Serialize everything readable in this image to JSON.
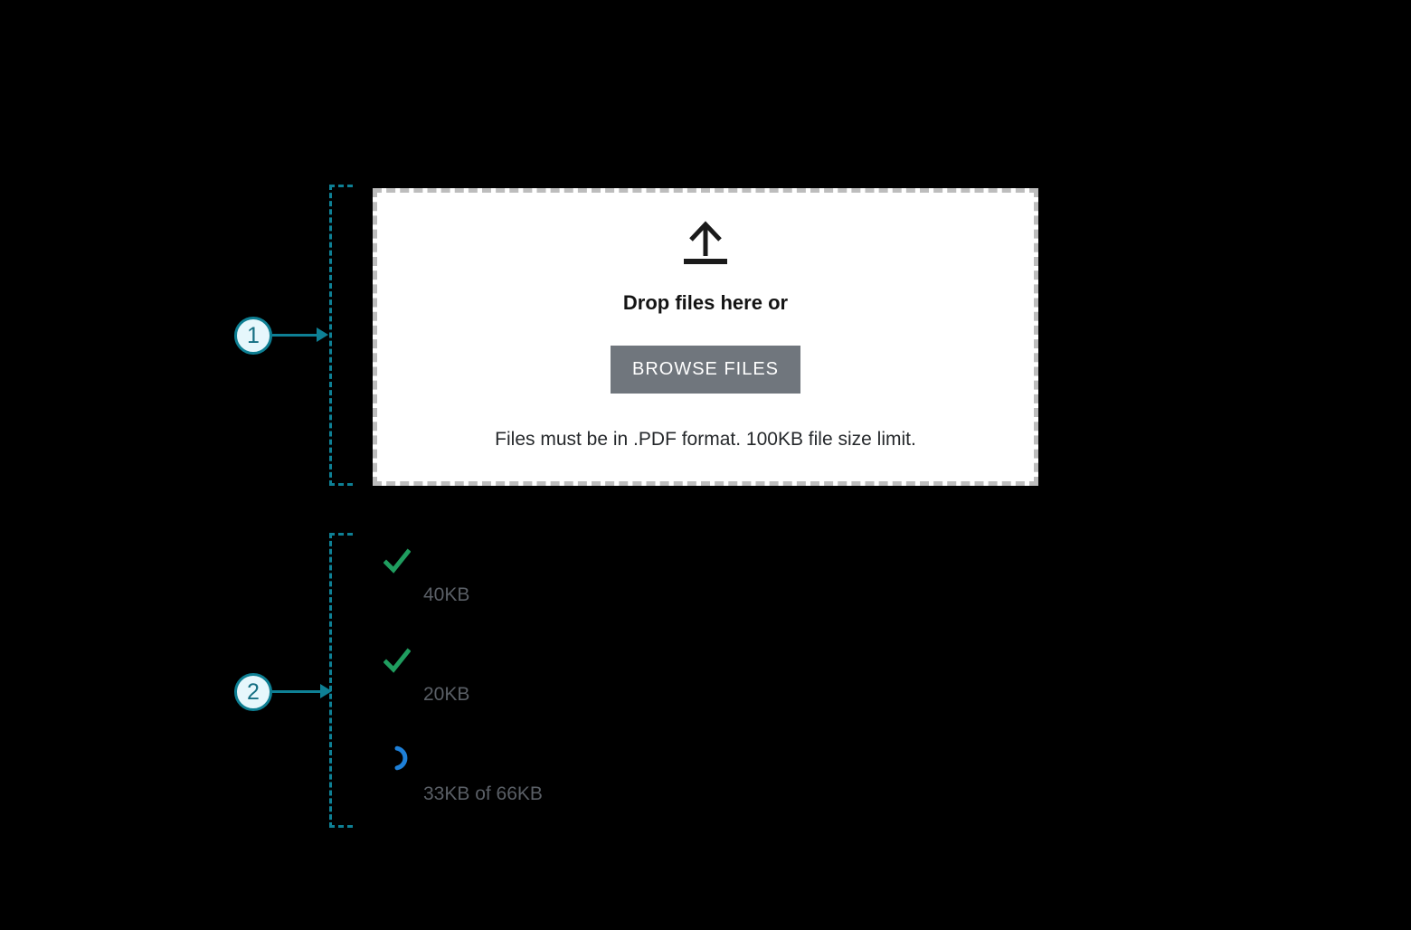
{
  "annotations": [
    {
      "number": "1"
    },
    {
      "number": "2"
    }
  ],
  "dropzone": {
    "icon": "upload-icon",
    "title": "Drop files here or",
    "browse_button_label": "BROWSE FILES",
    "hint": "Files must be in .PDF format. 100KB file size limit."
  },
  "file_list": {
    "items": [
      {
        "icon": "check-icon",
        "status": "complete",
        "size_label": "40KB"
      },
      {
        "icon": "check-icon",
        "status": "complete",
        "size_label": "20KB"
      },
      {
        "icon": "spinner-icon",
        "status": "uploading",
        "size_label": "33KB of 66KB"
      }
    ]
  },
  "colors": {
    "background": "#000000",
    "annotation_accent": "#0e8095",
    "marker_fill": "#e6f7fc",
    "dropzone_background": "#ffffff",
    "dropzone_border": "#bdbdbd",
    "button_background": "#70767d",
    "button_text": "#ffffff",
    "success_green": "#1f9d5f",
    "progress_blue": "#1e80d8",
    "size_text_gray": "#5a5f66",
    "body_text_dark": "#26292c"
  }
}
